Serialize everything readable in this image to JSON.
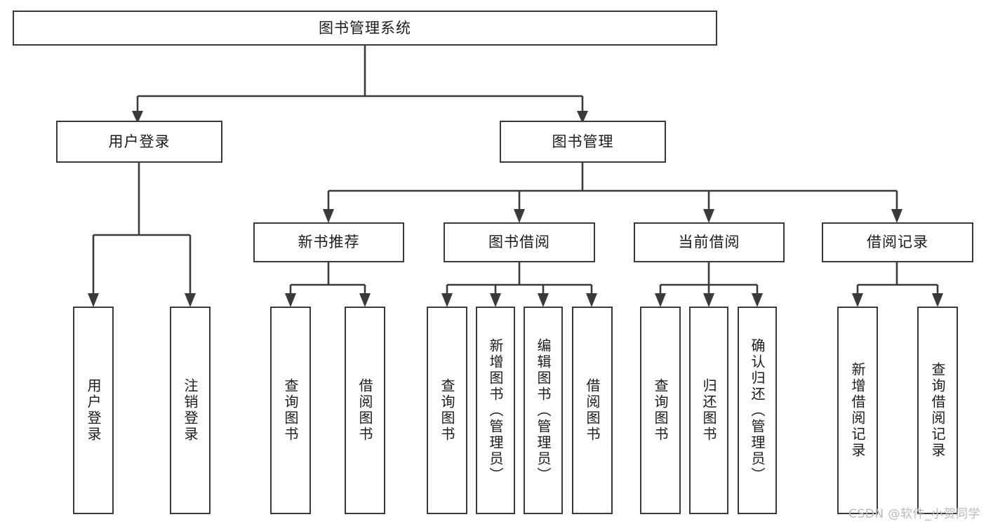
{
  "diagram": {
    "title": "图书管理系统",
    "type": "tree",
    "watermark": "CSDN @软件_小贺同学",
    "colors": {
      "stroke": "#3a3a3a",
      "fill": "#ffffff",
      "text": "#1b1b1b",
      "watermark": "#b9b9b9"
    },
    "root": {
      "label": "图书管理系统"
    },
    "level1": [
      {
        "label": "用户登录"
      },
      {
        "label": "图书管理"
      }
    ],
    "level2": [
      {
        "label": "新书推荐",
        "parent": "图书管理"
      },
      {
        "label": "图书借阅",
        "parent": "图书管理"
      },
      {
        "label": "当前借阅",
        "parent": "图书管理"
      },
      {
        "label": "借阅记录",
        "parent": "图书管理"
      }
    ],
    "leaves": [
      {
        "label": "用户登录",
        "parent": "用户登录"
      },
      {
        "label": "注销登录",
        "parent": "用户登录"
      },
      {
        "label": "查询图书",
        "parent": "新书推荐"
      },
      {
        "label": "借阅图书",
        "parent": "新书推荐"
      },
      {
        "label": "查询图书",
        "parent": "图书借阅"
      },
      {
        "label": "新增图书（管理员）",
        "parent": "图书借阅"
      },
      {
        "label": "编辑图书（管理员）",
        "parent": "图书借阅"
      },
      {
        "label": "借阅图书",
        "parent": "图书借阅"
      },
      {
        "label": "查询图书",
        "parent": "当前借阅"
      },
      {
        "label": "归还图书",
        "parent": "当前借阅"
      },
      {
        "label": "确认归还（管理员）",
        "parent": "当前借阅"
      },
      {
        "label": "新增借阅记录",
        "parent": "借阅记录"
      },
      {
        "label": "查询借阅记录",
        "parent": "借阅记录"
      }
    ]
  }
}
